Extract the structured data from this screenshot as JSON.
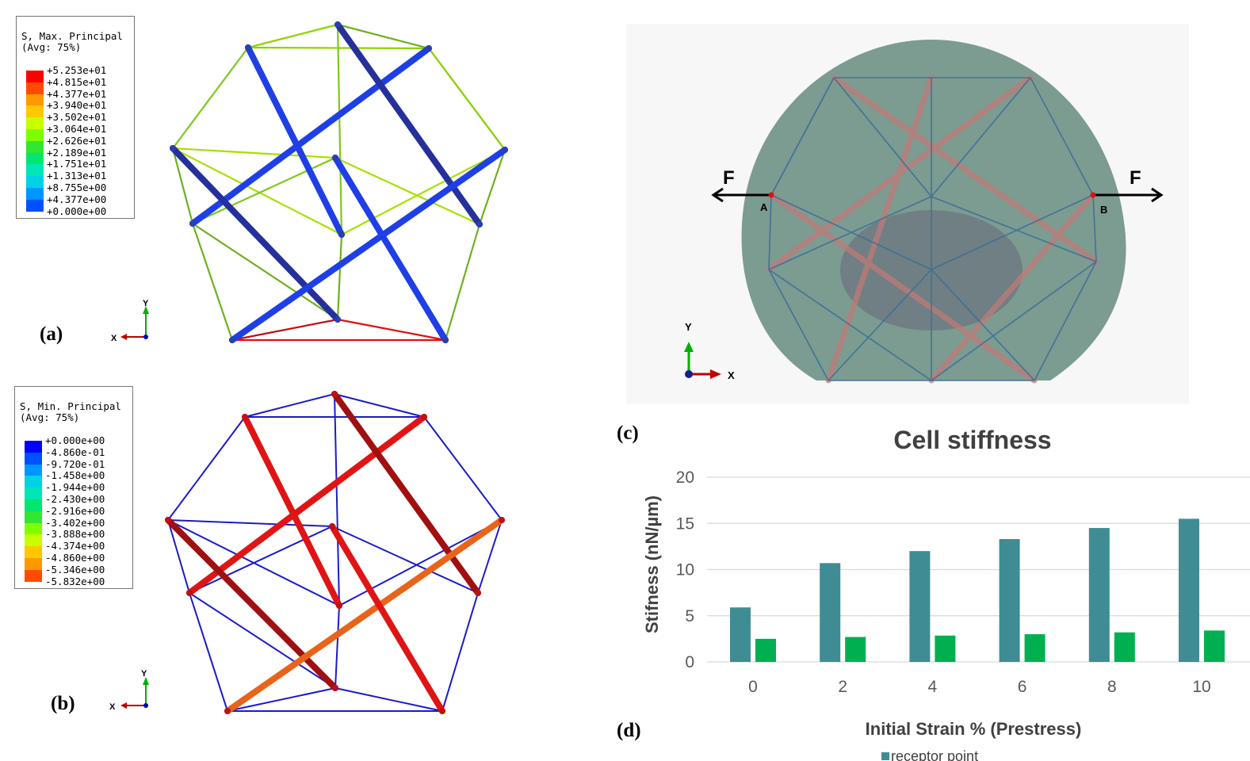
{
  "panel_a": {
    "label": "(a)",
    "legend_title_1": "S, Max. Principal",
    "legend_title_2": "(Avg: 75%)",
    "legend_values": [
      "+5.253e+01",
      "+4.815e+01",
      "+4.377e+01",
      "+3.940e+01",
      "+3.502e+01",
      "+3.064e+01",
      "+2.626e+01",
      "+2.189e+01",
      "+1.751e+01",
      "+1.313e+01",
      "+8.755e+00",
      "+4.377e+00",
      "+0.000e+00"
    ],
    "legend_colors": [
      "#ff0000",
      "#ff4a00",
      "#ff9900",
      "#ffc800",
      "#c8ff00",
      "#7dff00",
      "#32e632",
      "#00e66e",
      "#00e6b4",
      "#00d2e6",
      "#0096ff",
      "#0050ff",
      "#0000ff"
    ],
    "axis_x": "X",
    "axis_y": "Y"
  },
  "panel_b": {
    "label": "(b)",
    "legend_title_1": "S, Min. Principal",
    "legend_title_2": "(Avg: 75%)",
    "legend_values": [
      "+0.000e+00",
      "-4.860e-01",
      "-9.720e-01",
      "-1.458e+00",
      "-1.944e+00",
      "-2.430e+00",
      "-2.916e+00",
      "-3.402e+00",
      "-3.888e+00",
      "-4.374e+00",
      "-4.860e+00",
      "-5.346e+00",
      "-5.832e+00"
    ],
    "legend_colors": [
      "#0000ff",
      "#0050ff",
      "#0096ff",
      "#00d2e6",
      "#00e6b4",
      "#00e66e",
      "#32e632",
      "#7dff00",
      "#c8ff00",
      "#ffc800",
      "#ff9900",
      "#ff4a00",
      "#ff0000"
    ],
    "axis_x": "X",
    "axis_y": "Y"
  },
  "panel_c": {
    "label": "(c)",
    "force_left": "F",
    "force_right": "F",
    "point_a": "A",
    "point_b": "B",
    "axis_x": "X",
    "axis_y": "Y"
  },
  "panel_d": {
    "label": "(d)",
    "legend_entry": "receptor point"
  },
  "chart_data": {
    "type": "bar",
    "title": "Cell stiffness",
    "xlabel": "Initial Strain % (Prestress)",
    "ylabel": "Stifness (nN/µm)",
    "categories": [
      "0",
      "2",
      "4",
      "6",
      "8",
      "10"
    ],
    "yticks": [
      "0",
      "5",
      "10",
      "15",
      "20"
    ],
    "ylim": [
      0,
      20
    ],
    "grid": true,
    "series": [
      {
        "name": "receptor point",
        "color": "#3f8c94",
        "values": [
          5.9,
          10.7,
          12.0,
          13.3,
          14.5,
          15.5
        ]
      },
      {
        "color": "#00b050",
        "values": [
          2.5,
          2.7,
          2.85,
          3.0,
          3.2,
          3.4
        ]
      }
    ]
  }
}
